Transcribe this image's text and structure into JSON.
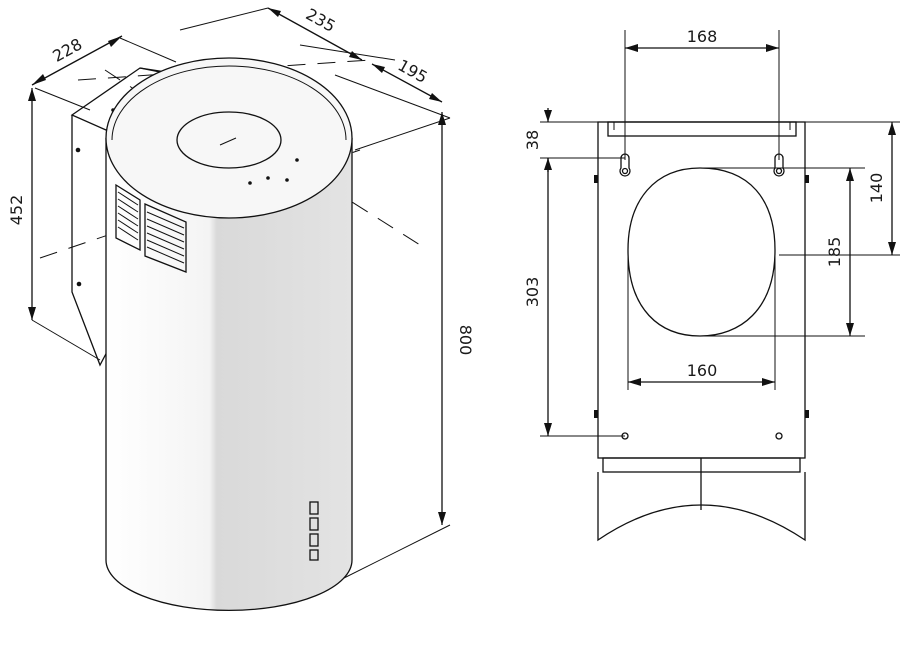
{
  "figure": {
    "iso_view": {
      "dimensions": {
        "depth": "228",
        "width": "235",
        "mount_offset": "195",
        "bracket_height": "452",
        "total_height": "800"
      }
    },
    "front_view": {
      "dimensions": {
        "hole_spacing_top": "168",
        "top_to_keyhole": "38",
        "keyhole_to_bottom_hole": "303",
        "top_to_opening": "140",
        "opening_height": "185",
        "opening_width": "160"
      }
    }
  }
}
